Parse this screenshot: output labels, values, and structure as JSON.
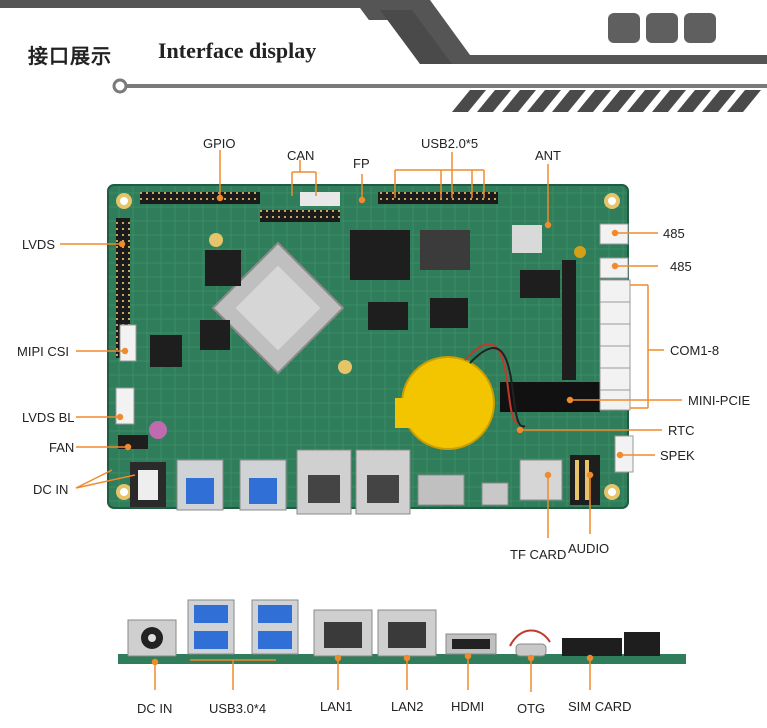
{
  "header": {
    "title_cn": "接口展示",
    "title_en": "Interface display"
  },
  "top_labels": {
    "gpio": "GPIO",
    "can": "CAN",
    "fp": "FP",
    "usb20": "USB2.0*5",
    "ant": "ANT",
    "lvds": "LVDS",
    "mipi_csi": "MIPI CSI",
    "lvds_bl": "LVDS BL",
    "fan": "FAN",
    "dc_in": "DC IN",
    "rs485_a": "485",
    "rs485_b": "485",
    "com": "COM1-8",
    "mini_pcie": "MINI-PCIE",
    "rtc": "RTC",
    "spek": "SPEK",
    "tf_card": "TF CARD",
    "audio": "AUDIO"
  },
  "bottom_labels": {
    "dc_in": "DC IN",
    "usb30": "USB3.0*4",
    "lan1": "LAN1",
    "lan2": "LAN2",
    "hdmi": "HDMI",
    "otg": "OTG",
    "sim_card": "SIM CARD"
  },
  "colors": {
    "accent": "#f08a2b",
    "pcb": "#2f7d5a",
    "header_gray": "#5f5f5f"
  }
}
